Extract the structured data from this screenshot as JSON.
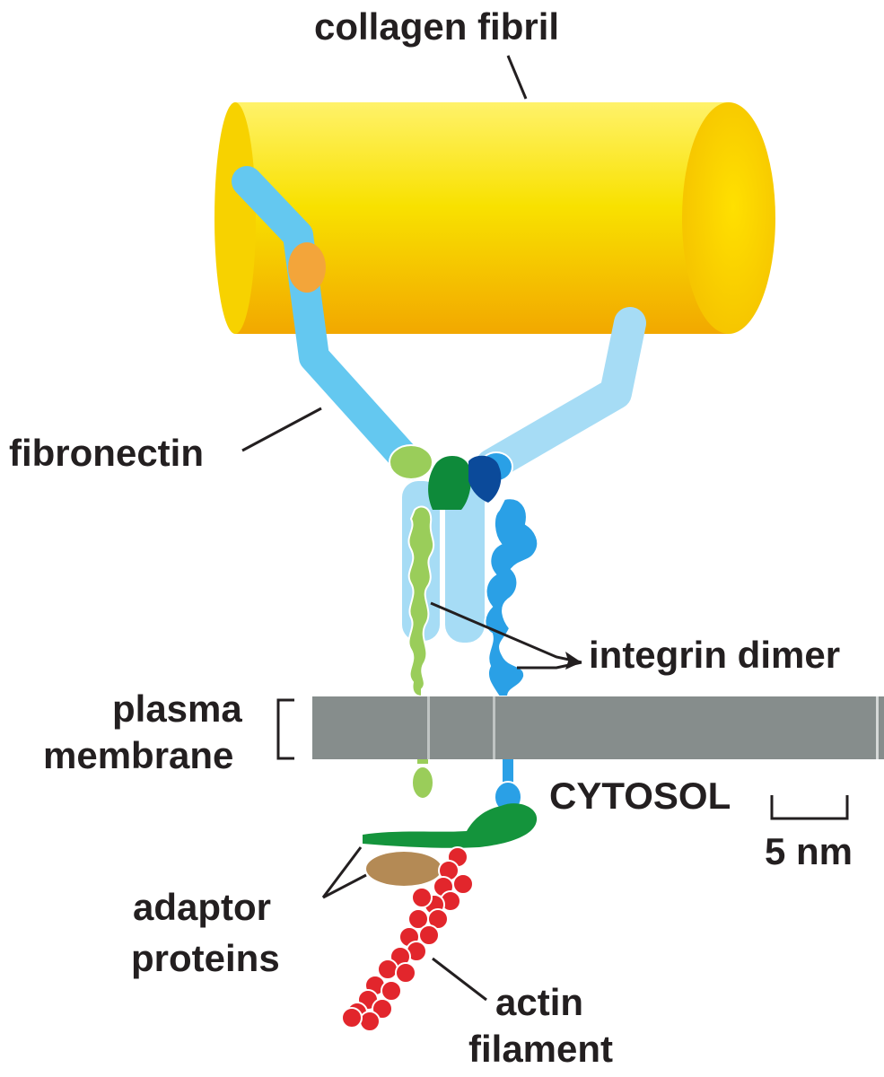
{
  "labels": {
    "collagen_fibril": "collagen fibril",
    "fibronectin": "fibronectin",
    "integrin_dimer": "integrin dimer",
    "plasma_line1": "plasma",
    "plasma_line2": "membrane",
    "cytosol": "CYTOSOL",
    "scale": "5 nm",
    "adaptor_line1": "adaptor",
    "adaptor_line2": "proteins",
    "actin_line1": "actin",
    "actin_line2": "filament"
  },
  "colors": {
    "collagen": "#f5d500",
    "fibronectin": "#64c8f0",
    "fibronectin_light": "#a6dcf5",
    "binding_site": "#f3a53a",
    "integrin_alpha": "#9acd5a",
    "integrin_beta": "#2aa0e6",
    "integrin_head_dark_green": "#0e8a3a",
    "integrin_head_dark_blue": "#0b4a9a",
    "membrane": "#868d8c",
    "adaptor_green": "#14943c",
    "adaptor_tan": "#b48a55",
    "actin": "#e2262c",
    "line": "#231f20"
  }
}
